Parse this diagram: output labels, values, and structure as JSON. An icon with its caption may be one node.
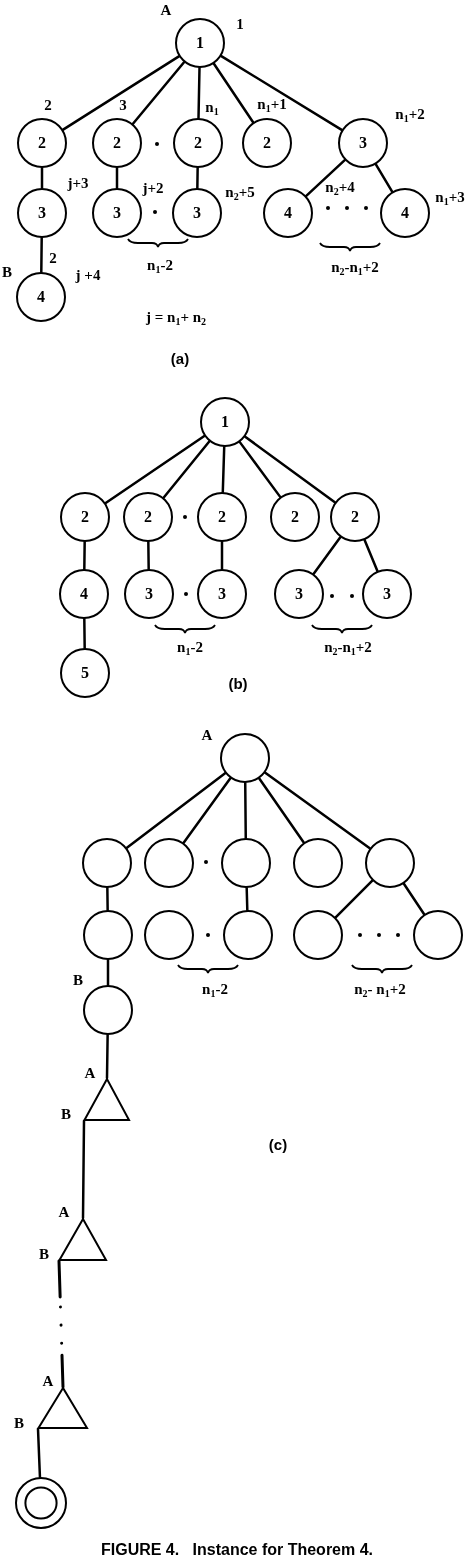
{
  "diagram": {
    "caption": "FIGURE 4.   Instance for Theorem 4.",
    "nodes": [
      {
        "text": [
          "1"
        ],
        "beside": [
          "A",
          "1"
        ]
      },
      {
        "text": [
          "2"
        ],
        "beside": [
          "2"
        ]
      },
      {
        "text": [
          "2"
        ],
        "beside": [
          "3"
        ]
      },
      {
        "text": [
          "2"
        ],
        "beside": [
          "n$_{1}$"
        ]
      },
      {
        "text": [
          "2"
        ],
        "beside": [
          "n$_{1}$+1"
        ]
      },
      {
        "text": [
          "3"
        ],
        "beside": [
          "n$_{1}$+2"
        ]
      },
      {
        "text": [
          "3"
        ],
        "beside": [
          "j+3"
        ]
      },
      {
        "text": [
          "3"
        ],
        "beside": [
          "j+2"
        ]
      },
      {
        "text": [
          "3"
        ],
        "beside": [
          "n$_{2}$+5"
        ]
      },
      {
        "text": [
          "4"
        ],
        "beside": [
          "n$_{2}$+4"
        ]
      },
      {
        "text": [
          "4"
        ],
        "beside": [
          "n$_{1}$+3"
        ]
      },
      {
        "text": [
          "4"
        ],
        "beside": [
          "2",
          "B",
          "j +4"
        ]
      },
      {
        "text": [
          "1"
        ]
      },
      {
        "text": [
          "2"
        ]
      },
      {
        "text": [
          "2"
        ]
      },
      {
        "text": [
          "2"
        ]
      },
      {
        "text": [
          "2"
        ]
      },
      {
        "text": [
          "2"
        ]
      },
      {
        "text": [
          "4"
        ]
      },
      {
        "text": [
          "3"
        ]
      },
      {
        "text": [
          "3"
        ]
      },
      {
        "text": [
          "3"
        ]
      },
      {
        "text": [
          "3"
        ]
      },
      {
        "text": [
          "5"
        ]
      },
      {
        "text": [],
        "shape": "circle",
        "beside": [
          "A"
        ]
      },
      {
        "text": [],
        "shape": "circle"
      },
      {
        "text": [],
        "shape": "circle"
      },
      {
        "text": [],
        "shape": "circle"
      },
      {
        "text": [],
        "shape": "circle"
      },
      {
        "text": [],
        "shape": "circle"
      },
      {
        "text": [],
        "shape": "circle"
      },
      {
        "text": [],
        "shape": "circle"
      },
      {
        "text": [],
        "shape": "circle"
      },
      {
        "text": [],
        "shape": "circle"
      },
      {
        "text": [],
        "shape": "circle"
      },
      {
        "text": [],
        "shape": "circle",
        "beside": [
          "B"
        ]
      },
      {
        "text": [],
        "shape": "triangle",
        "beside": [
          "A",
          "B"
        ]
      },
      {
        "text": [],
        "shape": "triangle",
        "beside": [
          "A",
          "B"
        ]
      },
      {
        "text": [],
        "shape": "triangle",
        "beside": [
          "A",
          "B"
        ]
      },
      {
        "text": [],
        "shape": "double-circle"
      }
    ],
    "edges": [
      {
        "from": 0,
        "to": 1,
        "arrow": "none"
      },
      {
        "from": 0,
        "to": 2,
        "arrow": "none"
      },
      {
        "from": 0,
        "to": 3,
        "arrow": "none"
      },
      {
        "from": 0,
        "to": 4,
        "arrow": "none"
      },
      {
        "from": 0,
        "to": 5,
        "arrow": "none"
      },
      {
        "from": 1,
        "to": 6,
        "arrow": "none"
      },
      {
        "from": 6,
        "to": 11,
        "arrow": "none"
      },
      {
        "from": 2,
        "to": 7,
        "arrow": "none"
      },
      {
        "from": 3,
        "to": 8,
        "arrow": "none"
      },
      {
        "from": 5,
        "to": 9,
        "arrow": "none"
      },
      {
        "from": 5,
        "to": 10,
        "arrow": "none"
      },
      {
        "from": 12,
        "to": 13,
        "arrow": "none"
      },
      {
        "from": 12,
        "to": 14,
        "arrow": "none"
      },
      {
        "from": 12,
        "to": 15,
        "arrow": "none"
      },
      {
        "from": 12,
        "to": 16,
        "arrow": "none"
      },
      {
        "from": 12,
        "to": 17,
        "arrow": "none"
      },
      {
        "from": 13,
        "to": 18,
        "arrow": "none"
      },
      {
        "from": 18,
        "to": 23,
        "arrow": "none"
      },
      {
        "from": 14,
        "to": 19,
        "arrow": "none"
      },
      {
        "from": 15,
        "to": 20,
        "arrow": "none"
      },
      {
        "from": 17,
        "to": 21,
        "arrow": "none"
      },
      {
        "from": 17,
        "to": 22,
        "arrow": "none"
      },
      {
        "from": 24,
        "to": 25,
        "arrow": "none"
      },
      {
        "from": 24,
        "to": 26,
        "arrow": "none"
      },
      {
        "from": 24,
        "to": 27,
        "arrow": "none"
      },
      {
        "from": 24,
        "to": 28,
        "arrow": "none"
      },
      {
        "from": 24,
        "to": 29,
        "arrow": "none"
      },
      {
        "from": 25,
        "to": 30,
        "arrow": "none"
      },
      {
        "from": 27,
        "to": 32,
        "arrow": "none"
      },
      {
        "from": 29,
        "to": 33,
        "arrow": "none"
      },
      {
        "from": 29,
        "to": 34,
        "arrow": "none"
      },
      {
        "from": 30,
        "to": 35,
        "arrow": "none"
      },
      {
        "from": 35,
        "to": 36,
        "arrow": "none"
      },
      {
        "from": 36,
        "to": 37,
        "arrow": "none"
      },
      {
        "from": 37,
        "to": 38,
        "arrow": "none",
        "style": "dashed"
      },
      {
        "from": 38,
        "to": 39,
        "arrow": "none"
      }
    ],
    "labels": [
      "n$_{1}$-2",
      "n$_{2}$-n$_{1}$+2",
      "j = n$_{1}$+ n$_{2}$",
      "(a)",
      "n$_{1}$-2",
      "n$_{2}$-n$_{1}$+2",
      "(b)",
      "n$_{1}$-2",
      "n$_{2}$- n$_{1}$+2",
      "(c)"
    ]
  }
}
